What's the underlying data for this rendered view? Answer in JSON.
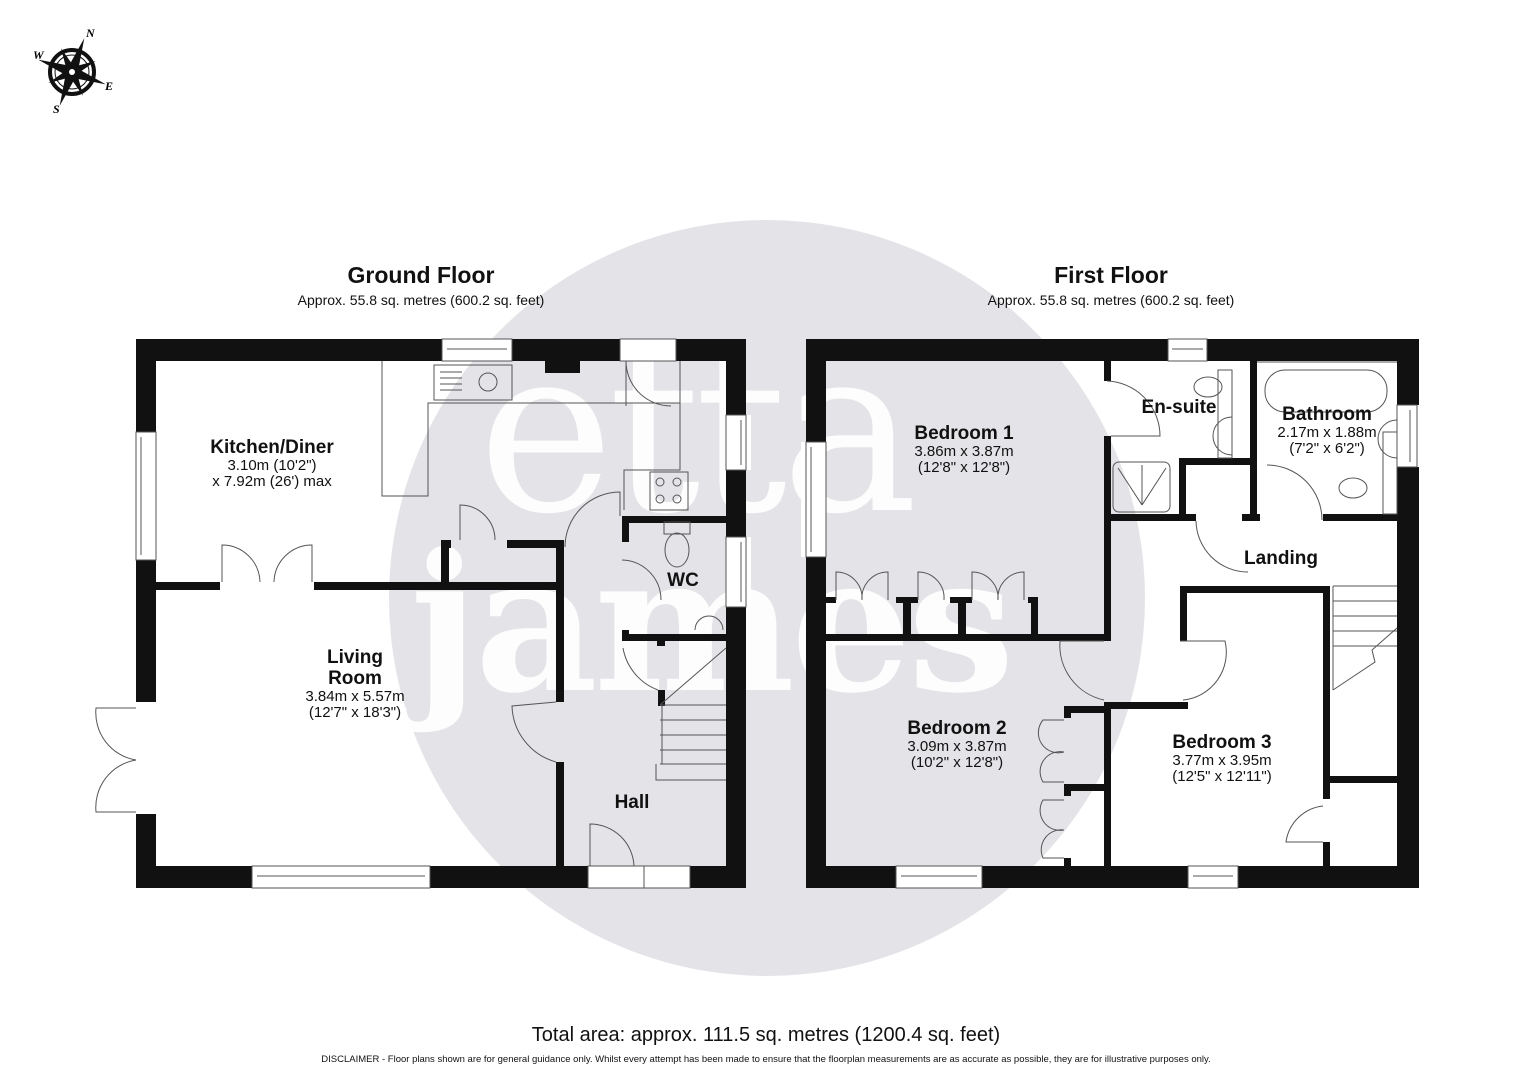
{
  "compass": {
    "icon": "compass-rose-icon",
    "labels": {
      "n": "N",
      "e": "E",
      "s": "S",
      "w": "W"
    }
  },
  "watermark": {
    "text_line1": "etta",
    "text_line2": "james",
    "color": "#e4e4e8"
  },
  "ground_floor": {
    "title": "Ground Floor",
    "area": "Approx. 55.8 sq. metres (600.2 sq. feet)",
    "rooms": [
      {
        "name": "Kitchen/Diner",
        "dim1": "3.10m (10'2\")",
        "dim2": "x 7.92m (26') max"
      },
      {
        "name": "WC"
      },
      {
        "name_line1": "Living",
        "name_line2": "Room",
        "dim1": "3.84m x 5.57m",
        "dim2": "(12'7\" x 18'3\")"
      },
      {
        "name": "Hall"
      }
    ]
  },
  "first_floor": {
    "title": "First Floor",
    "area": "Approx. 55.8 sq. metres (600.2 sq. feet)",
    "rooms": [
      {
        "name": "Bedroom 1",
        "dim1": "3.86m x 3.87m",
        "dim2": "(12'8\" x 12'8\")"
      },
      {
        "name": "En-suite"
      },
      {
        "name": "Bathroom",
        "dim1": "2.17m x 1.88m",
        "dim2": "(7'2\" x 6'2\")"
      },
      {
        "name": "Landing"
      },
      {
        "name": "Bedroom 2",
        "dim1": "3.09m x 3.87m",
        "dim2": "(10'2\" x 12'8\")"
      },
      {
        "name": "Bedroom 3",
        "dim1": "3.77m x 3.95m",
        "dim2": "(12'5\" x 12'11\")"
      }
    ]
  },
  "footer": {
    "total_area": "Total area: approx. 111.5 sq. metres (1200.4 sq. feet)",
    "disclaimer": "DISCLAIMER -  Floor plans shown are for general guidance only. Whilst every attempt has been made to ensure that the floorplan measurements are as accurate as possible, they are for illustrative purposes only."
  },
  "colors": {
    "wall": "#111111",
    "line": "#555555",
    "background": "#ffffff",
    "watermark": "#e4e4e8"
  }
}
